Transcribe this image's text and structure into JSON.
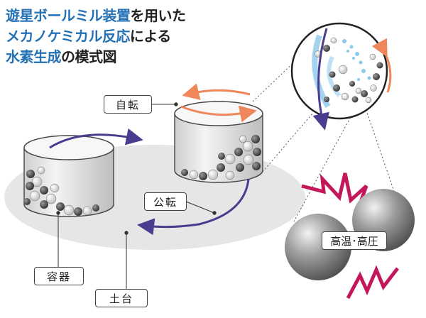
{
  "title": {
    "line1_blue": "遊星ボールミル装置",
    "line1_dark": "を用いた",
    "line2_blue": "メカノケミカル反応",
    "line2_dark": "による",
    "line3_blue": "水素生成",
    "line3_dark": "の模式図"
  },
  "labels": {
    "rotation": "自転",
    "revolution": "公転",
    "container": "容器",
    "base": "土台",
    "high_temp_pressure": "高温･高圧"
  },
  "colors": {
    "title_blue": "#2471b5",
    "rotation_arrow": "#f0875a",
    "revolution_arrow": "#4a3d8f",
    "impact_burst": "#c2185b",
    "hydrogen_light": "#8cc8ea"
  }
}
